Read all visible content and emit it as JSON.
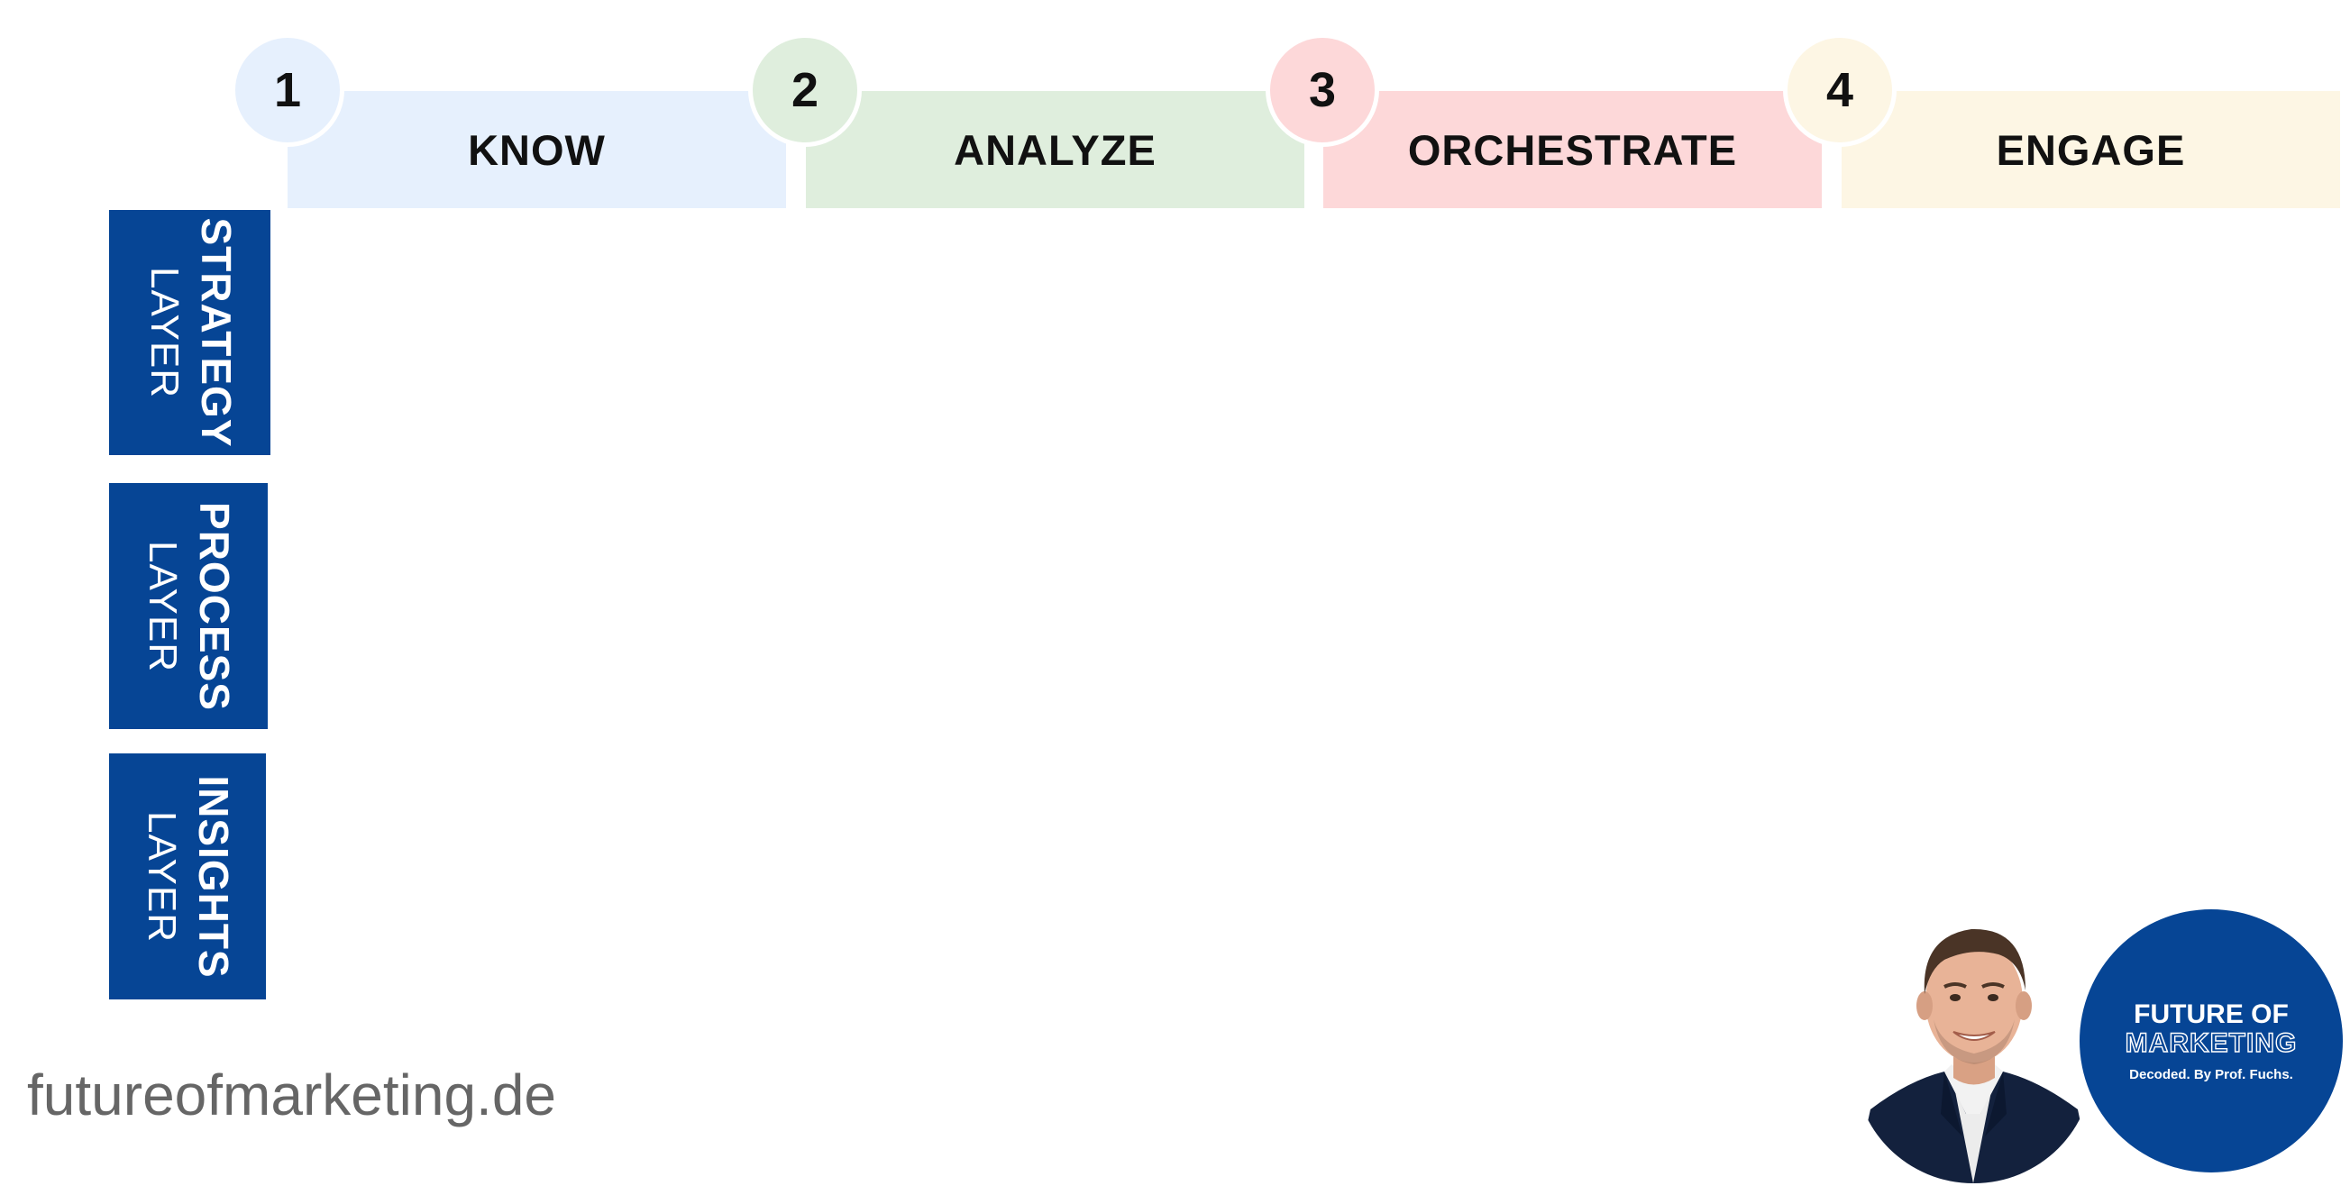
{
  "stages": [
    {
      "number": "1",
      "label": "KNOW",
      "color": "#e6f0fd"
    },
    {
      "number": "2",
      "label": "ANALYZE",
      "color": "#dfeedd"
    },
    {
      "number": "3",
      "label": "ORCHESTRATE",
      "color": "#fdd8d9"
    },
    {
      "number": "4",
      "label": "ENGAGE",
      "color": "#fdf6e4"
    }
  ],
  "layers": [
    {
      "main": "STRATEGY",
      "sub": "LAYER"
    },
    {
      "main": "PROCESS",
      "sub": "LAYER"
    },
    {
      "main": "INSIGHTS",
      "sub": "LAYER"
    }
  ],
  "footer": {
    "url": "futureofmarketing.de"
  },
  "brand": {
    "line1": "FUTURE OF",
    "line2": "MARKETING",
    "line3": "Decoded. By Prof. Fuchs.",
    "color": "#064595"
  }
}
